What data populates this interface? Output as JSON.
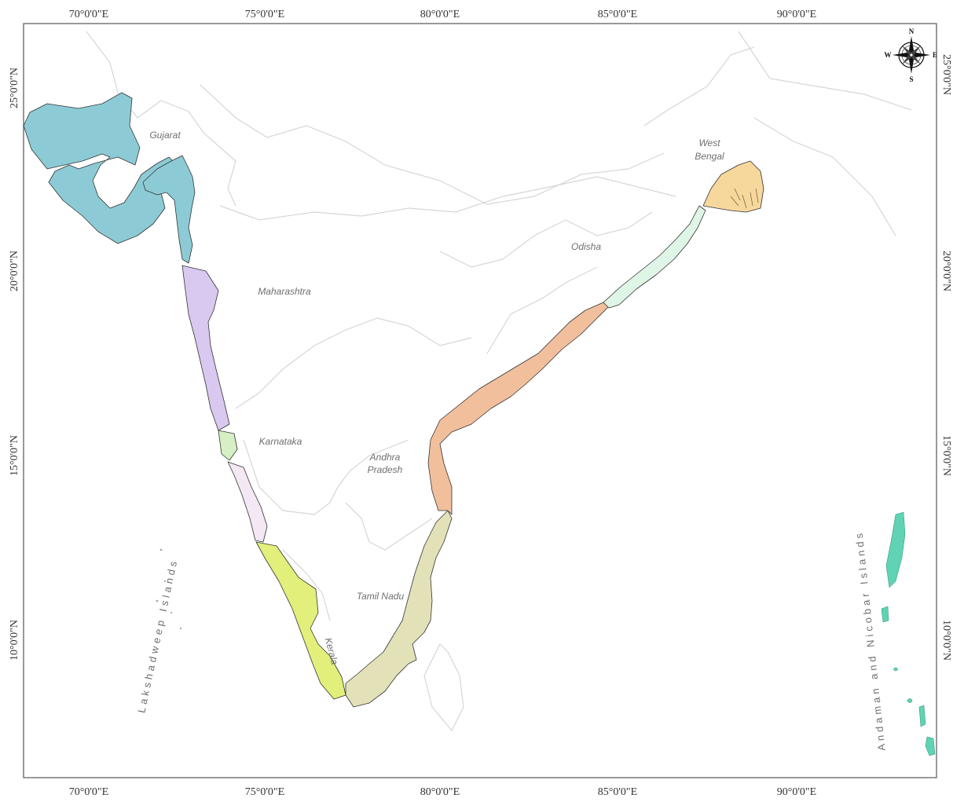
{
  "map": {
    "longitude_ticks": [
      "70°0'0\"E",
      "75°0'0\"E",
      "80°0'0\"E",
      "85°0'0\"E",
      "90°0'0\"E"
    ],
    "latitude_ticks": [
      "25°0'0\"N",
      "20°0'0\"N",
      "15°0'0\"N",
      "10°0'0\"N"
    ],
    "states": {
      "gujarat": "Gujarat",
      "maharashtra": "Maharashtra",
      "karnataka": "Karnataka",
      "kerala": "Kerala",
      "tamil_nadu": "Tamil Nadu",
      "andhra_line1": "Andhra",
      "andhra_line2": "Pradesh",
      "odisha": "Odisha",
      "wb_line1": "West",
      "wb_line2": "Bengal"
    },
    "islands": {
      "lakshadweep": "Lakshadweep Islands",
      "andaman": "Andaman and Nicobar Islands"
    },
    "compass": {
      "n": "N",
      "s": "S",
      "e": "E",
      "w": "W"
    },
    "colors": {
      "gujarat": "#8ccbd6",
      "maharashtra": "#d9c8f0",
      "goa": "#d6efc4",
      "karnataka": "#f3e8f3",
      "kerala": "#e2ef7a",
      "tamil_nadu": "#e3e1b8",
      "andhra_pradesh": "#f2bf9c",
      "odisha": "#dff5e6",
      "west_bengal": "#f6d79c",
      "andaman": "#5fd3b3"
    }
  }
}
